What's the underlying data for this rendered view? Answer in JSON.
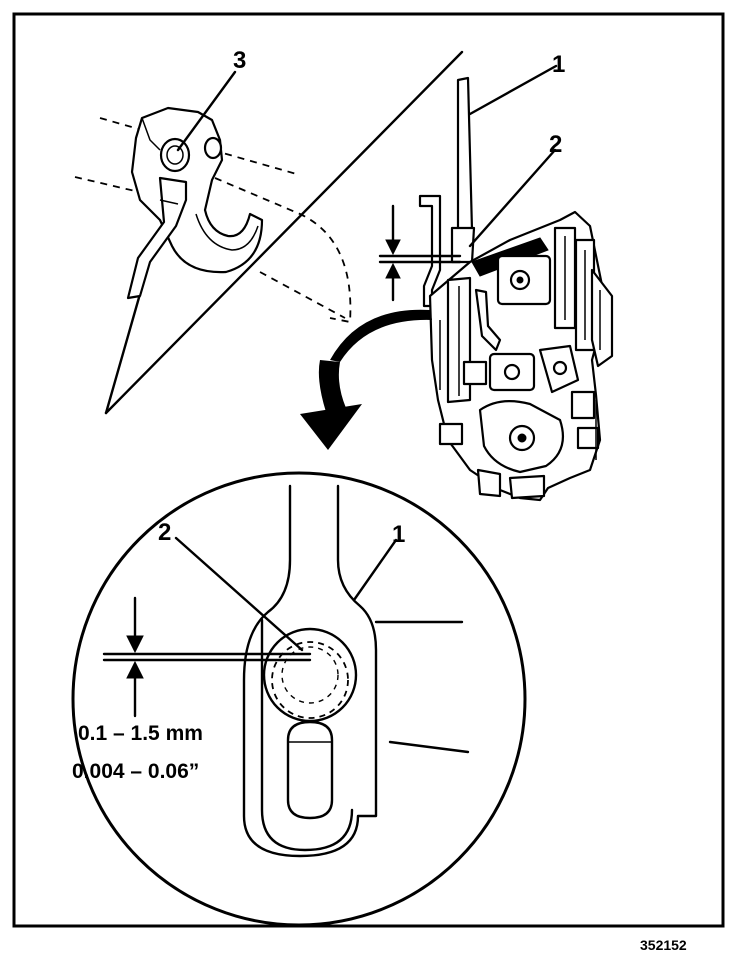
{
  "callouts": {
    "top_label_1": "1",
    "top_label_2": "2",
    "top_label_3": "3",
    "detail_label_1": "1",
    "detail_label_2": "2"
  },
  "dimension": {
    "metric": "0.1 – 1.5 mm",
    "imperial": "0.004 – 0.06”"
  },
  "figure_number": "352152"
}
